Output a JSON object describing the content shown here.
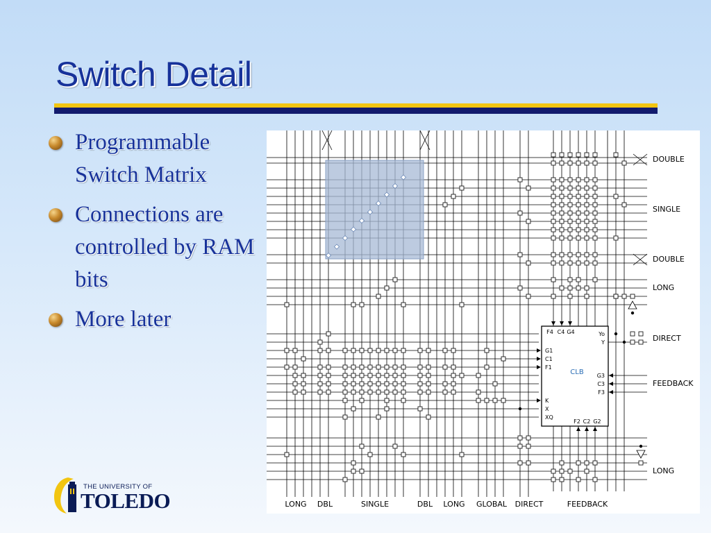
{
  "slide": {
    "title": "Switch Detail",
    "bullets": [
      "Programmable Switch Matrix",
      "Connections are controlled by RAM bits",
      "More later"
    ],
    "colors": {
      "title": "#17329a",
      "rule_yellow": "#f2c511",
      "rule_navy": "#131b6e",
      "logo": "#0a1b55",
      "diagram_clb": "#2a6db5"
    }
  },
  "diagram": {
    "clb": {
      "label": "CLB",
      "top_pins": [
        "F4",
        "C4",
        "G4"
      ],
      "left_pins": [
        "G1",
        "C1",
        "F1"
      ],
      "left_pins_lower": [
        "K",
        "X",
        "XQ"
      ],
      "right_top_pins": [
        "Yo",
        "Y"
      ],
      "right_pins": [
        "G3",
        "C3",
        "F3"
      ],
      "bottom_pins": [
        "F2",
        "C2",
        "G2"
      ]
    },
    "right_labels": [
      "DOUBLE",
      "SINGLE",
      "DOUBLE",
      "LONG",
      "DIRECT",
      "FEEDBACK",
      "LONG"
    ],
    "bottom_labels": [
      "LONG",
      "DBL",
      "SINGLE",
      "DBL",
      "LONG",
      "GLOBAL",
      "DIRECT",
      "FEEDBACK"
    ]
  },
  "logo": {
    "university": "THE UNIVERSITY OF",
    "name": "TOLEDO",
    "icon": "tower-icon"
  }
}
